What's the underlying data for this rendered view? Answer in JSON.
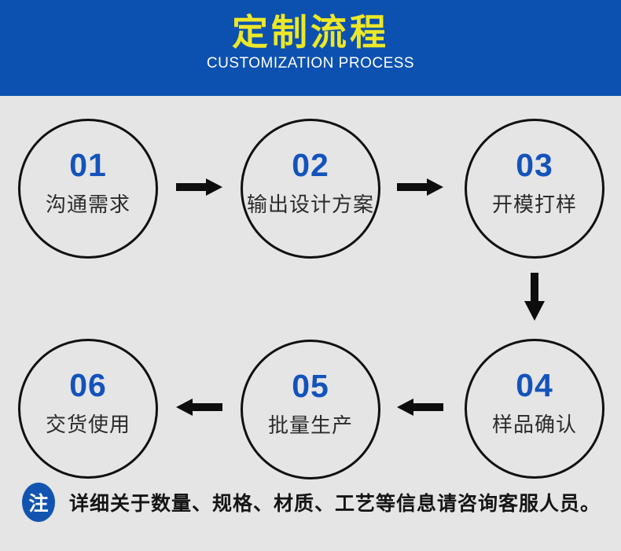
{
  "header": {
    "title": "定制流程",
    "subtitle": "CUSTOMIZATION PROCESS"
  },
  "steps": [
    {
      "num": "01",
      "label": "沟通需求"
    },
    {
      "num": "02",
      "label": "输出设计方案"
    },
    {
      "num": "03",
      "label": "开模打样"
    },
    {
      "num": "04",
      "label": "样品确认"
    },
    {
      "num": "05",
      "label": "批量生产"
    },
    {
      "num": "06",
      "label": "交货使用"
    }
  ],
  "note": {
    "badge": "注",
    "text": "详细关于数量、规格、材质、工艺等信息请咨询客服人员。"
  },
  "colors": {
    "header_bg": "#0c51b0",
    "title_yellow": "#ece827",
    "subtitle_white": "#ffffff",
    "number_blue": "#1353bb",
    "background_gray": "#e5e5e5",
    "circle_border": "#101010",
    "arrow_black": "#0d0d0d",
    "note_badge_blue": "#1255b0"
  }
}
